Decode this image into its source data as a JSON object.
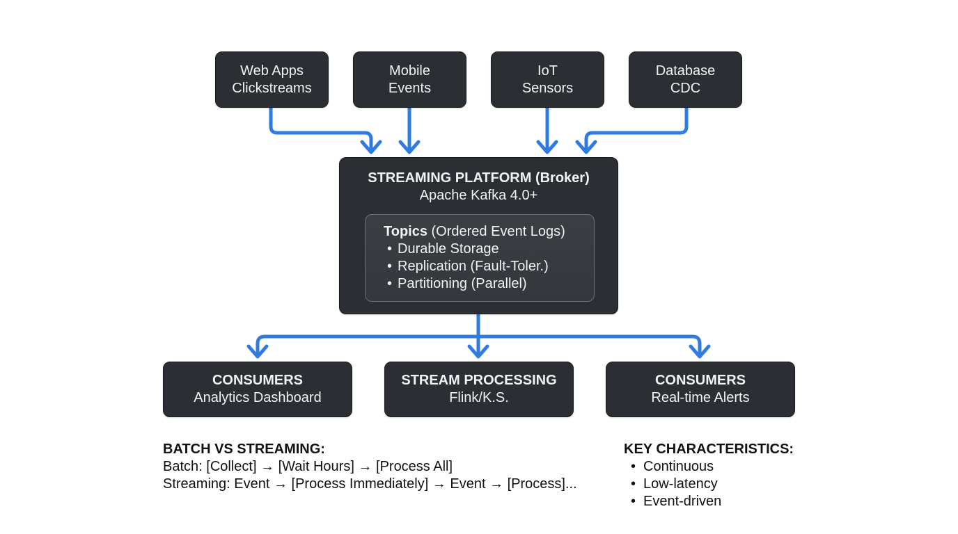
{
  "arrow_color": "#2f7be0",
  "box_color": "#2b2e33",
  "sources": [
    {
      "line1": "Web Apps",
      "line2": "Clickstreams"
    },
    {
      "line1": "Mobile",
      "line2": "Events"
    },
    {
      "line1": "IoT",
      "line2": "Sensors"
    },
    {
      "line1": "Database",
      "line2": "CDC"
    }
  ],
  "broker": {
    "title": "STREAMING PLATFORM (Broker)",
    "subtitle": "Apache Kafka 4.0+",
    "topics": {
      "head_bold": "Topics",
      "head_rest": " (Ordered Event Logs)",
      "items": [
        "Durable Storage",
        "Replication (Fault-Toler.)",
        "Partitioning (Parallel)"
      ]
    }
  },
  "consumers": [
    {
      "title": "CONSUMERS",
      "subtitle": "Analytics Dashboard"
    },
    {
      "title": "STREAM PROCESSING",
      "subtitle": "Flink/K.S."
    },
    {
      "title": "CONSUMERS",
      "subtitle": "Real-time Alerts"
    }
  ],
  "batch_vs_streaming": {
    "heading": "BATCH VS STREAMING:",
    "batch": "Batch: [Collect] → [Wait Hours] → [Process All]",
    "streaming": "Streaming: Event → [Process Immediately] → Event → [Process]..."
  },
  "key_characteristics": {
    "heading": "KEY CHARACTERISTICS:",
    "items": [
      "Continuous",
      "Low-latency",
      "Event-driven"
    ]
  }
}
